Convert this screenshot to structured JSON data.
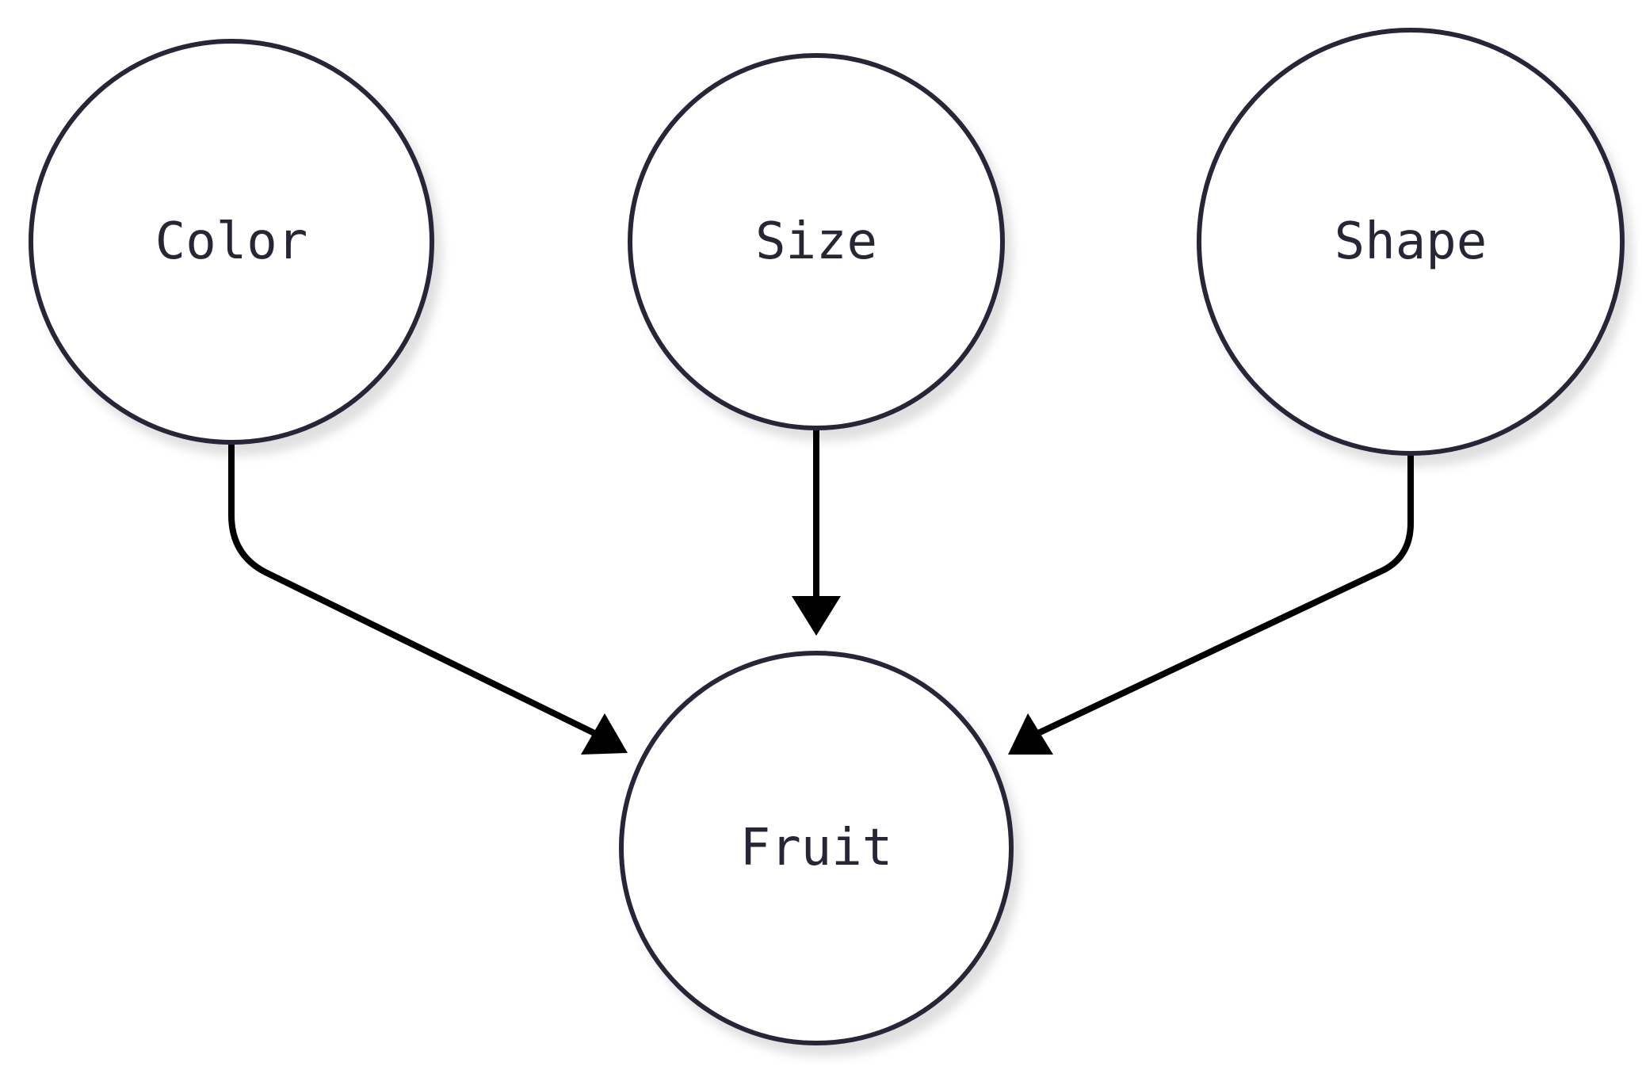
{
  "nodes": {
    "color": {
      "label": "Color"
    },
    "size": {
      "label": "Size"
    },
    "shape": {
      "label": "Shape"
    },
    "fruit": {
      "label": "Fruit"
    }
  },
  "edges": [
    {
      "from": "Color",
      "to": "Fruit"
    },
    {
      "from": "Size",
      "to": "Fruit"
    },
    {
      "from": "Shape",
      "to": "Fruit"
    }
  ],
  "colors": {
    "node_stroke": "#262637",
    "node_fill": "#ffffff",
    "edge": "#000000",
    "label": "#262637"
  }
}
